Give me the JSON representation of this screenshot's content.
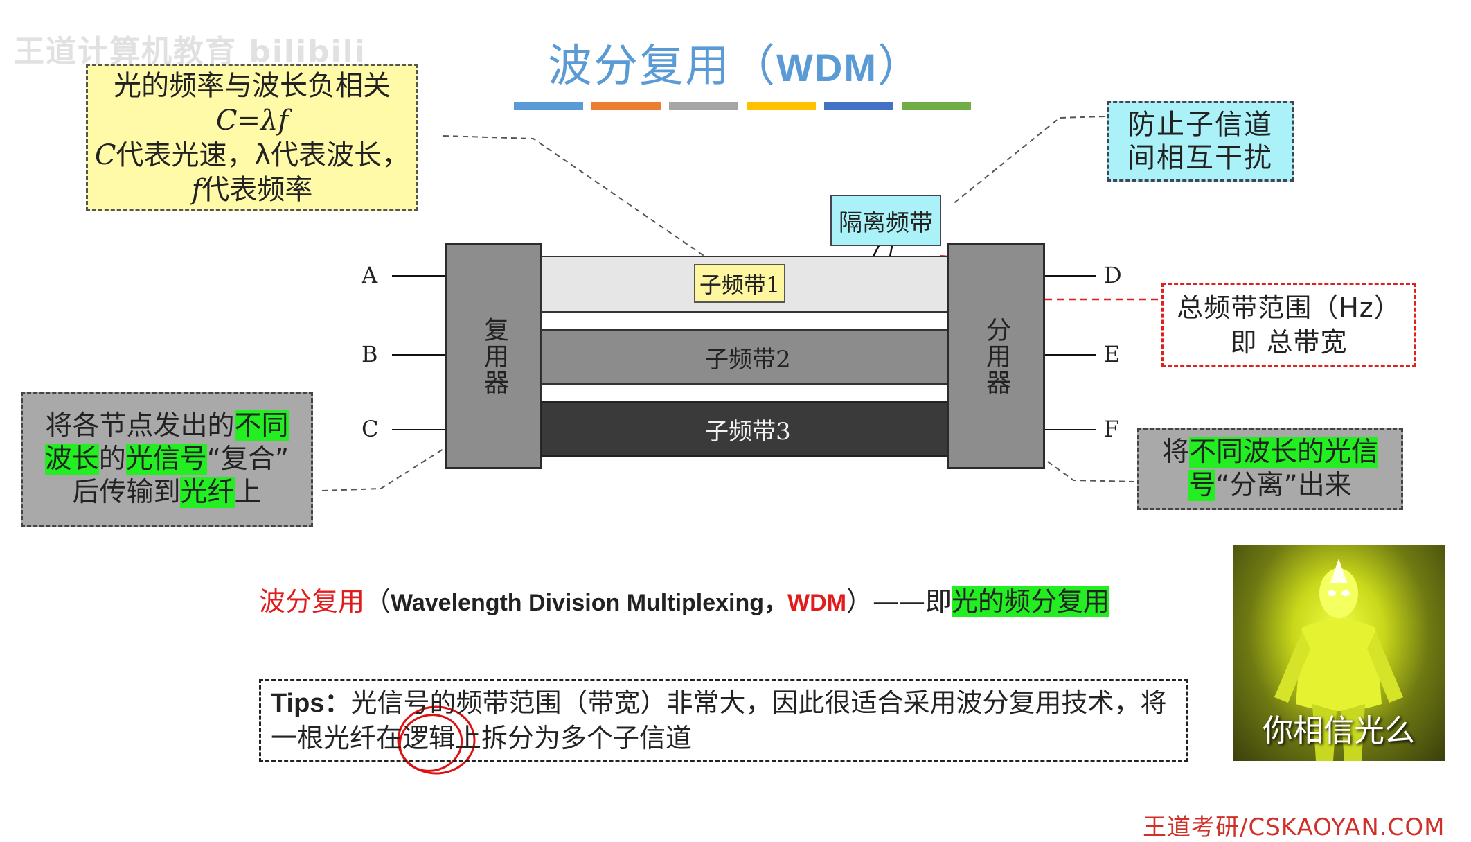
{
  "watermark": "王道计算机教育 bilibili",
  "title": {
    "zh": "波分复用（",
    "latin": "WDM",
    "close": "）"
  },
  "color_bars": [
    "#5b9bd5",
    "#ed7d31",
    "#a5a5a5",
    "#ffc000",
    "#4472c4",
    "#70ad47"
  ],
  "notes": {
    "frequency": {
      "line1": "光的频率与波长负相关",
      "formula": "C=λf",
      "line3_a": "C",
      "line3_b": "代表光速，λ代表波长，",
      "line4_a": "f",
      "line4_b": "代表频率"
    },
    "interference": {
      "line1": "防止子信道",
      "line2": "间相互干扰"
    },
    "bandwidth": {
      "line1": "总频带范围（Hz）",
      "line2": "即 总带宽"
    },
    "mux_desc": {
      "p1": "将各节点发出的",
      "h1": "不同",
      "h2": "波长",
      "p2": "的",
      "h3": "光信号",
      "p3": "“复合”",
      "p4": "后传输到",
      "h4": "光纤",
      "p5": "上"
    },
    "demux_desc": {
      "p1": "将",
      "h1": "不同波长的光信",
      "h2": "号",
      "p2": "“分离”出来"
    }
  },
  "diagram": {
    "mux_label": "复用器",
    "demux_label": "分用器",
    "bands": [
      "子频带1",
      "子频带2",
      "子频带3"
    ],
    "guard_band": "隔离频带",
    "inputs": [
      "A",
      "B",
      "C"
    ],
    "outputs": [
      "D",
      "E",
      "F"
    ],
    "colors": {
      "band1": "#e6e6e6",
      "band2": "#8c8c8c",
      "band3": "#3a3a3a",
      "device": "#8d8d8d",
      "bracket": "#e02020"
    }
  },
  "definition": {
    "term": "波分复用",
    "paren_open": "（",
    "english": "Wavelength Division Multiplexing，",
    "abbr": "WDM",
    "dash": "）——即",
    "highlight": "光的频分复用"
  },
  "tips": {
    "label": "Tips：",
    "text": "光信号的频带范围（带宽）非常大，因此很适合采用波分复用技术，将一根光纤在逻辑上拆分为多个子信道"
  },
  "photo_caption": "你相信光么",
  "footer": "王道考研/CSKAOYAN.COM"
}
